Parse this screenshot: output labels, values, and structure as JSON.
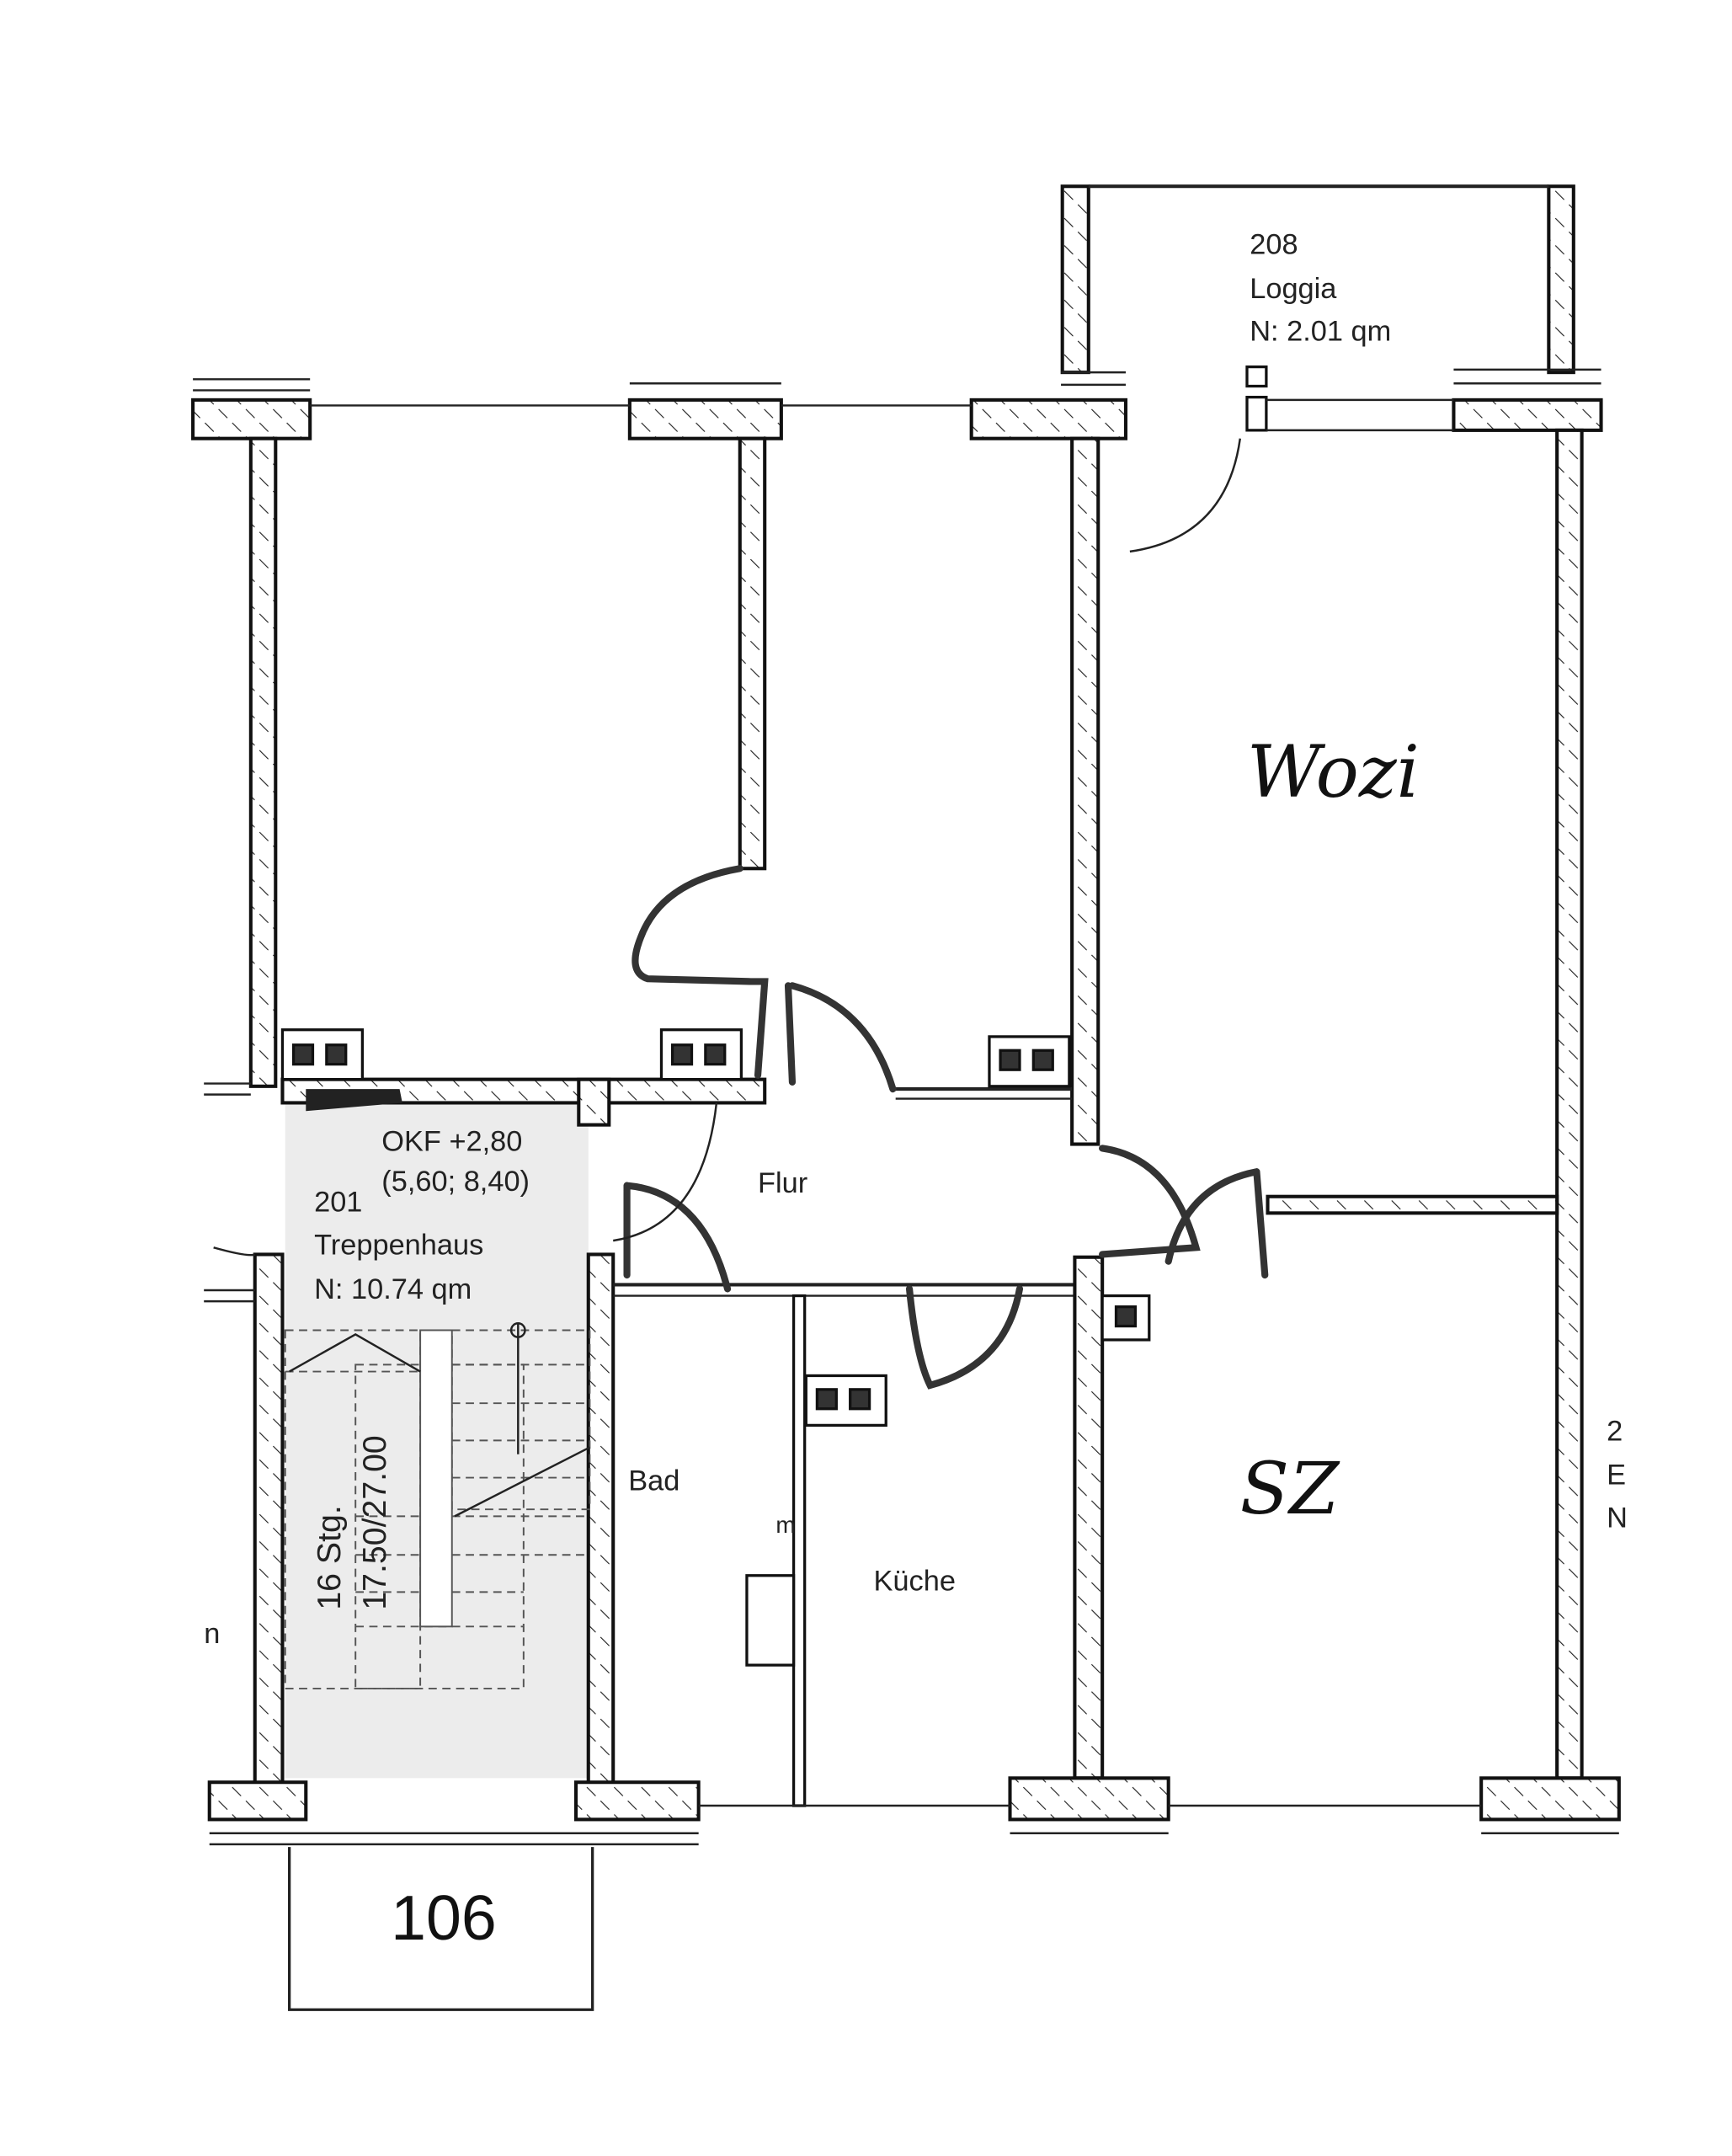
{
  "rooms": {
    "loggia": {
      "number": "208",
      "name": "Loggia",
      "area": "N:  2.01  qm"
    },
    "treppenhaus": {
      "okf": "OKF  +2,80",
      "okf_coords": "(5,60;  8,40)",
      "number": "201",
      "name": "Treppenhaus",
      "area": "N:  10.74  qm"
    },
    "flur": {
      "name": "Flur"
    },
    "bad": {
      "name": "Bad"
    },
    "kueche": {
      "name": "Küche",
      "mark": "m"
    },
    "wozi": {
      "handwritten": "Wozi"
    },
    "sz": {
      "handwritten": "SZ"
    },
    "right_cut": {
      "c1": "2",
      "c2": "E",
      "c3": "N"
    },
    "left_cut": {
      "c1": "n"
    }
  },
  "stairs": {
    "steps": "16 Stg.",
    "ratio": "17.50/27.00"
  },
  "unit_box": {
    "label": "106"
  }
}
